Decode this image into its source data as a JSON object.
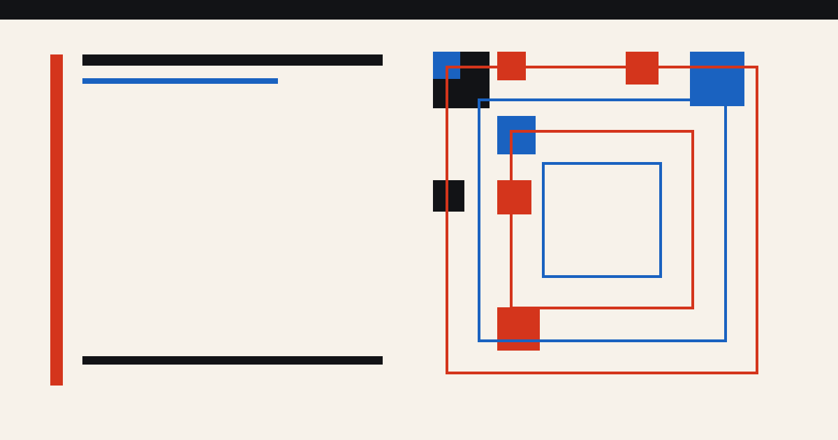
{
  "colors": {
    "background": "#f7f2ea",
    "ink": "#121316",
    "red": "#d4351c",
    "blue": "#1a62c0"
  },
  "shapes": [
    {
      "id": "blk-black-top",
      "color": "ink"
    },
    {
      "id": "blk-blue-corner",
      "color": "blue"
    },
    {
      "id": "blk-red-top-1",
      "color": "red"
    },
    {
      "id": "blk-red-top-2",
      "color": "red"
    },
    {
      "id": "blk-blue-top-right",
      "color": "blue"
    },
    {
      "id": "blk-blue-mid",
      "color": "blue"
    },
    {
      "id": "blk-black-left",
      "color": "ink"
    },
    {
      "id": "blk-red-mid",
      "color": "red"
    },
    {
      "id": "blk-red-bottom",
      "color": "red"
    }
  ],
  "frames": [
    {
      "id": "frame-1",
      "color": "red"
    },
    {
      "id": "frame-2",
      "color": "blue"
    },
    {
      "id": "frame-3",
      "color": "red"
    },
    {
      "id": "frame-4",
      "color": "blue"
    }
  ],
  "bars": {
    "top-bar": "ink",
    "accent-rule": "red",
    "title-bar": "ink",
    "subtitle-bar": "blue",
    "footer-bar": "ink"
  }
}
